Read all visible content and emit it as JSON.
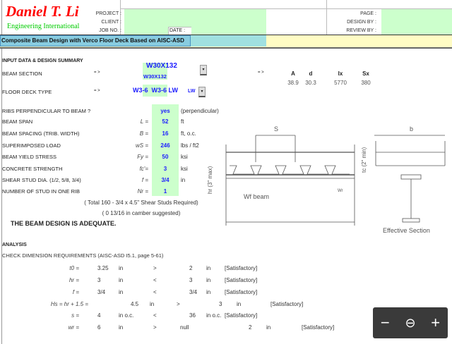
{
  "header": {
    "company": "Daniel T. Li",
    "subtitle": "Engineering International",
    "project_label": "PROJECT :",
    "client_label": "CLIENT :",
    "job_label": "JOB NO. :",
    "date_label": "DATE :",
    "page_label": "PAGE :",
    "design_by_label": "DESIGN BY :",
    "review_by_label": "REVIEW BY :"
  },
  "title": "Composite Beam Design with Verco Floor Deck Based on AISC-ASD",
  "colors": {
    "company": "#ff0000",
    "subtitle": "#00cc00",
    "input": "#ccffcc",
    "title_bar": "#88cce0",
    "value": "#1a1aff"
  },
  "summary": {
    "heading": "INPUT DATA & DESIGN SUMMARY",
    "beam_label": "BEAM SECTION",
    "arrow": "= >",
    "beam_value": "W30X132",
    "beam_value2": "W30X132",
    "props": {
      "headers": [
        "A",
        "d",
        "Ix",
        "Sx"
      ],
      "values": [
        "38.9",
        "30.3",
        "5770",
        "380"
      ]
    },
    "deck_label": "FLOOR DECK TYPE",
    "deck_value": "W3-6  W3-6 LW",
    "deck_suffix": "LW",
    "inputs": [
      {
        "label": "RIBS PERPENDICULAR TO BEAM ?",
        "sym": "",
        "value": "yes",
        "unit": "(perpendicular)"
      },
      {
        "label": "BEAM SPAN",
        "sym": "L =",
        "value": "52",
        "unit": "ft"
      },
      {
        "label": "BEAM SPACING (TRIB. WIDTH)",
        "sym": "B =",
        "value": "16",
        "unit": "ft, o.c."
      },
      {
        "label": "SUPERIMPOSED LOAD",
        "sym": "wS =",
        "value": "246",
        "unit": "lbs / ft2"
      },
      {
        "label": "BEAM YIELD STRESS",
        "sym": "Fy =",
        "value": "50",
        "unit": "ksi"
      },
      {
        "label": "CONCRETE STRENGTH",
        "sym": "fc'=",
        "value": "3",
        "unit": "ksi"
      },
      {
        "label": "SHEAR STUD DIA. (1/2, 5/8, 3/4)",
        "sym": "f =",
        "value": "3/4",
        "unit": "in"
      },
      {
        "label": "NUMBER OF STUD IN ONE RIB",
        "sym": "Nr =",
        "value": "1",
        "unit": ""
      }
    ],
    "studs_note": "( Total 160 - 3/4 x 4.5\" Shear Studs Required)",
    "camber_note": "( 0 13/16 in camber suggested)",
    "result": "THE BEAM DESIGN IS ADEQUATE."
  },
  "drawing": {
    "s": "S",
    "b": "b",
    "hr": "hr (3\" max)",
    "tc": "tc (2\" min)",
    "wr": "Wr",
    "beam": "Wf beam",
    "effective": "Effective Section"
  },
  "analysis": {
    "heading": "ANALYSIS",
    "check": "CHECK DIMENSION REQUIREMENTS (AISC-ASD I5.1, page 5-61)",
    "rows": [
      {
        "sym": "t0 =",
        "v": "3.25",
        "u": "in",
        "op": ">",
        "lim": "2",
        "u2": "in",
        "st": "[Satisfactory]"
      },
      {
        "sym": "hr =",
        "v": "3",
        "u": "in",
        "op": "<",
        "lim": "3",
        "u2": "in",
        "st": "[Satisfactory]"
      },
      {
        "sym": "f =",
        "v": "3/4",
        "u": "in",
        "op": "<",
        "lim": "3/4",
        "u2": "in",
        "st": "[Satisfactory]"
      },
      {
        "sym": "Hs = hr + 1.5 =",
        "v": "4.5",
        "u": "in",
        "op": ">",
        "lim": "3",
        "u2": "in",
        "st": "[Satisfactory]"
      },
      {
        "sym": "s =",
        "v": "4",
        "u": "in o.c.",
        "op": "<",
        "lim": "36",
        "u2": "in o.c.",
        "st": "[Satisfactory]"
      },
      {
        "sym": "wr =",
        "v": "6",
        "u": "in",
        "op": ">",
        "extra": "null",
        "lim": "2",
        "u2": "in",
        "st": "[Satisfactory]"
      }
    ]
  },
  "zoom_controls": {
    "minus": "−",
    "reset": "⊖",
    "plus": "+"
  }
}
